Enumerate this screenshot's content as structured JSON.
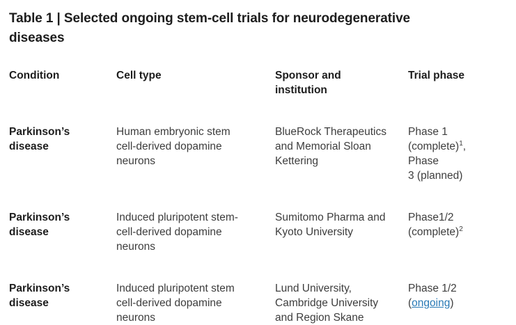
{
  "title": "Table 1 | Selected ongoing stem-cell trials for neurodegenerative\ndiseases",
  "table": {
    "headers": [
      "Condition",
      "Cell type",
      "Sponsor and\ninstitution",
      "Trial phase"
    ],
    "rows": [
      {
        "condition": "Parkinson’s\ndisease",
        "cell_type": "Human embryonic stem\ncell-derived dopamine\nneurons",
        "sponsor": "BlueRock Therapeutics\nand Memorial Sloan\nKettering",
        "phase_segments": [
          {
            "t": "text",
            "v": "Phase 1\n(complete)"
          },
          {
            "t": "sup",
            "v": "1"
          },
          {
            "t": "text",
            "v": ", Phase\n3 (planned)"
          }
        ]
      },
      {
        "condition": "Parkinson’s\ndisease",
        "cell_type": "Induced pluripotent stem-\ncell-derived dopamine\nneurons",
        "sponsor": "Sumitomo Pharma and\nKyoto University",
        "phase_segments": [
          {
            "t": "text",
            "v": "Phase1/2\n(complete)"
          },
          {
            "t": "sup",
            "v": "2"
          }
        ]
      },
      {
        "condition": "Parkinson’s\ndisease",
        "cell_type": "Induced pluripotent stem\ncell-derived dopamine\nneurons",
        "sponsor": "Lund University,\nCambridge University\nand Region Skane",
        "phase_segments": [
          {
            "t": "text",
            "v": "Phase 1/2\n("
          },
          {
            "t": "link",
            "v": "ongoing"
          },
          {
            "t": "text",
            "v": ")"
          }
        ]
      }
    ]
  },
  "colors": {
    "link_blue": "#2879b5",
    "heading_text": "#1d1d1d",
    "body_text": "#3d3d3d",
    "background": "#ffffff"
  }
}
